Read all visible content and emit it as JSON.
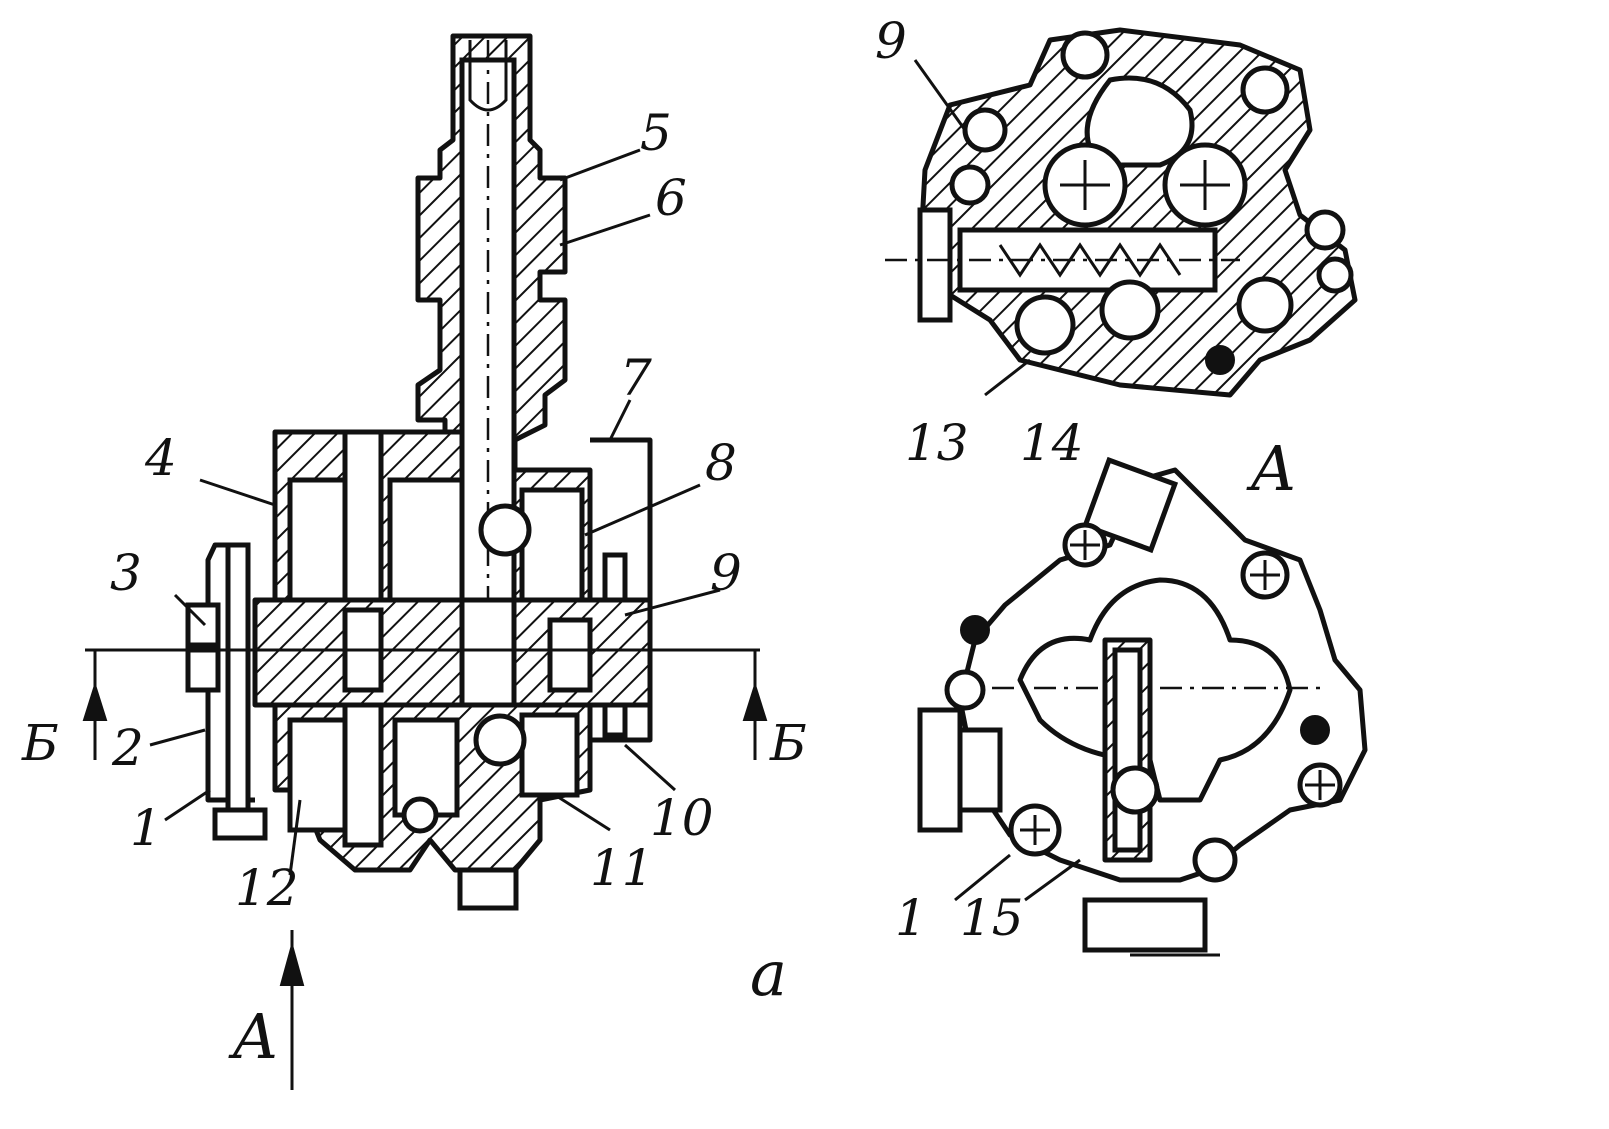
{
  "figure": {
    "caption_letter": "а",
    "section_labels": {
      "view_a_arrow": "А",
      "view_a_title": "А",
      "section_b_left": "Б",
      "section_b_right": "Б"
    },
    "callouts_main": [
      "1",
      "2",
      "3",
      "4",
      "5",
      "6",
      "7",
      "8",
      "9",
      "10",
      "11",
      "12"
    ],
    "callouts_section_top": [
      "9",
      "13",
      "14"
    ],
    "callouts_view_a": [
      "1",
      "15"
    ]
  }
}
